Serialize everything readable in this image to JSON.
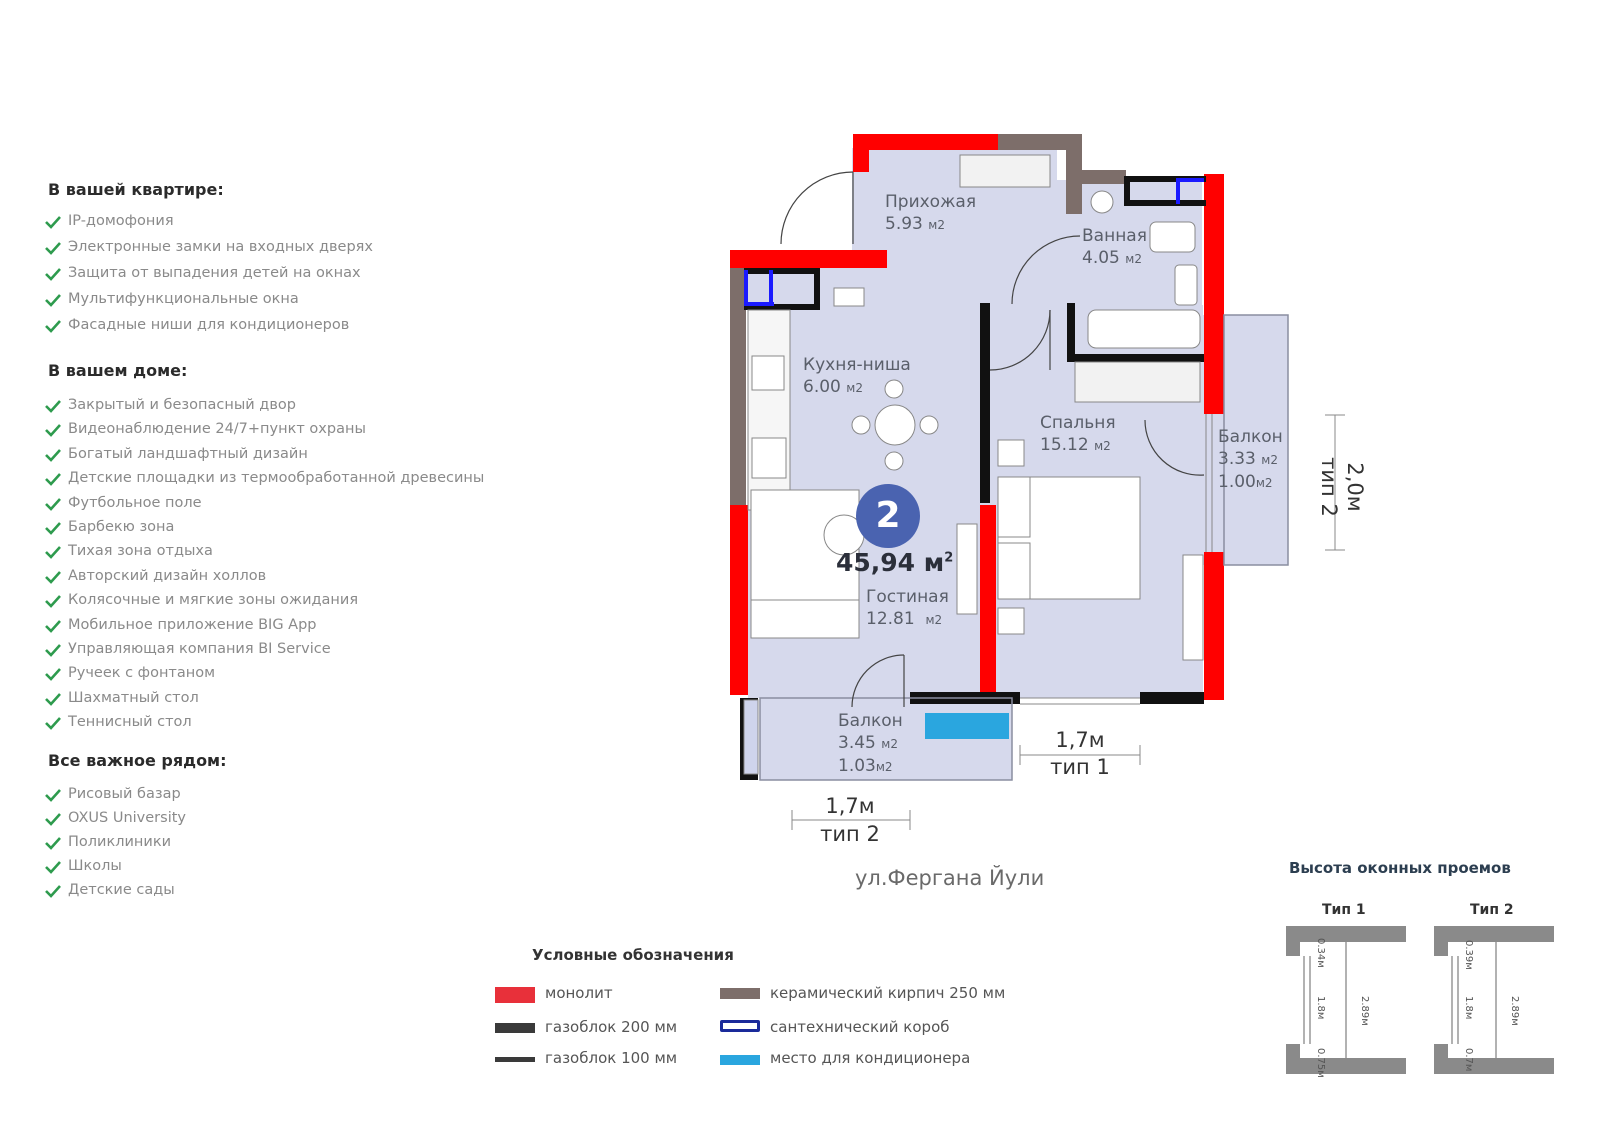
{
  "features": {
    "apartment_title": "В вашей квартире:",
    "apartment_items": [
      "IP-домофония",
      "Электронные замки на входных дверях",
      "Защита от выпадения детей на окнах",
      "Мультифункциональные окна",
      "Фасадные ниши для кондиционеров"
    ],
    "house_title": "В вашем доме:",
    "house_items": [
      "Закрытый и безопасный двор",
      "Видеонаблюдение 24/7+пункт охраны",
      "Богатый ландшафтный дизайн",
      "Детские площадки из термообработанной древесины",
      "Футбольное поле",
      "Барбекю зона",
      "Тихая зона отдыха",
      "Авторский дизайн холлов",
      "Колясочные и мягкие зоны ожидания",
      "Мобильное приложение BIG App",
      "Управляющая компания BI Service",
      "Ручеек с фонтаном",
      "Шахматный стол",
      "Теннисный стол"
    ],
    "nearby_title": "Все важное рядом:",
    "nearby_items": [
      "Рисовый базар",
      "OXUS University",
      "Поликлиники",
      "Школы",
      "Детские сады"
    ],
    "check_color": "#2e9b4e"
  },
  "plan": {
    "rooms_count": "2",
    "total_area": "45,94 м",
    "total_area_sup": "2",
    "rooms": {
      "hall": {
        "name": "Прихожая",
        "area": "5.93",
        "unit": "м2"
      },
      "bath": {
        "name": "Ванная",
        "area": "4.05",
        "unit": "м2"
      },
      "kitchen": {
        "name": "Кухня-ниша",
        "area": "6.00",
        "unit": "м2"
      },
      "bedroom": {
        "name": "Спальня",
        "area": "15.12",
        "unit": "м2"
      },
      "balcony_right": {
        "name": "Балкон",
        "area": "3.33",
        "unit": "м2",
        "area2": "1.00",
        "unit2": "м2"
      },
      "living": {
        "name": "Гостиная",
        "area": "12.81",
        "unit": "м2"
      },
      "balcony_bottom": {
        "name": "Балкон",
        "area": "3.45",
        "unit": "м2",
        "area2": "1.03",
        "unit2": "м2"
      }
    },
    "dims": {
      "right_value": "2,0м",
      "right_type": "тип 2",
      "bottom_right_value": "1,7м",
      "bottom_right_type": "тип 1",
      "bottom_left_value": "1,7м",
      "bottom_left_type": "тип 2"
    },
    "street": "ул.Фергана Йули",
    "colors": {
      "monolith": "#ff0000",
      "brick": "#7d6e6a",
      "gasblock": "#111111",
      "plumbing": "#1a1aff",
      "ac": "#2aa6df",
      "floor": "#d6d9ec",
      "badge": "#4a63b0"
    }
  },
  "legend": {
    "title": "Условные обозначения",
    "items": [
      {
        "label": "монолит",
        "color": "#e8303a"
      },
      {
        "label": "газоблок 200 мм",
        "color": "#3a3a3a"
      },
      {
        "label": "газоблок 100 мм",
        "color": "#3a3a3a"
      },
      {
        "label": "керамический кирпич 250 мм",
        "color": "#7d6e6a"
      },
      {
        "label": "сантехнический короб",
        "color": "#1a2a9a"
      },
      {
        "label": "место для кондиционера",
        "color": "#2aa6df"
      }
    ]
  },
  "window_heights": {
    "title": "Высота оконных проемов",
    "type1": {
      "label": "Тип 1",
      "top": "0.34м",
      "middle": "1.8м",
      "bottom": "0.75м",
      "total": "2.89м"
    },
    "type2": {
      "label": "Тип 2",
      "top": "0.39м",
      "middle": "1.8м",
      "bottom": "0.7м",
      "total": "2.89м"
    }
  }
}
